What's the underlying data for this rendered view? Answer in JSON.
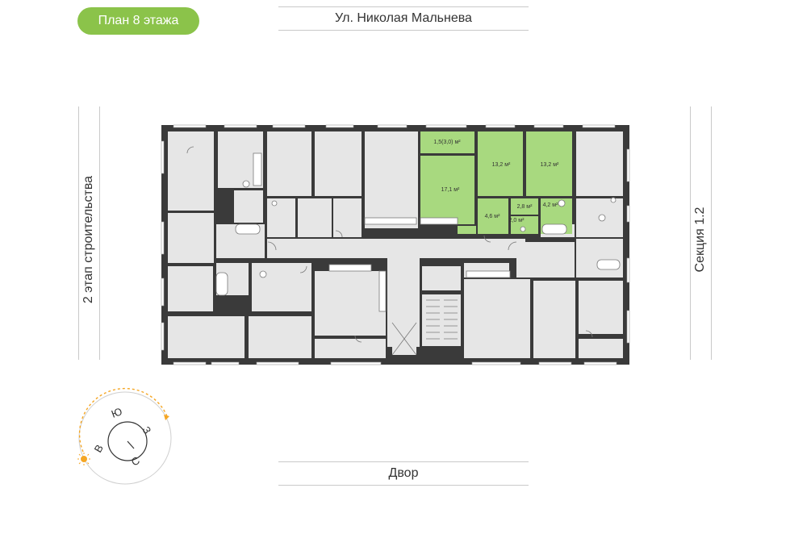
{
  "header": {
    "floor_label": "План 8 этажа"
  },
  "streets": {
    "top": "Ул. Николая Мальнева",
    "bottom": "Двор"
  },
  "sides": {
    "left": "2 этап строительства",
    "right": "Секция 1.2"
  },
  "compass": {
    "south": "Ю",
    "west": "З",
    "east": "В",
    "north": "С"
  },
  "apartment": {
    "rooms": [
      {
        "area": "1,5(3,0) м²"
      },
      {
        "area": "17,1 м²"
      },
      {
        "area": "13,2 м²"
      },
      {
        "area": "13,2 м²"
      },
      {
        "area": "2,8 м²"
      },
      {
        "area": "4,2 м²"
      },
      {
        "area": "4,6 м²"
      },
      {
        "area": "2,0 м²"
      }
    ]
  },
  "colors": {
    "accent": "#8bc34a",
    "apartment_fill": "#a8d97f",
    "wall": "#3a3a3a",
    "room_fill": "#e6e6e6",
    "compass_orange": "#f5a623"
  }
}
